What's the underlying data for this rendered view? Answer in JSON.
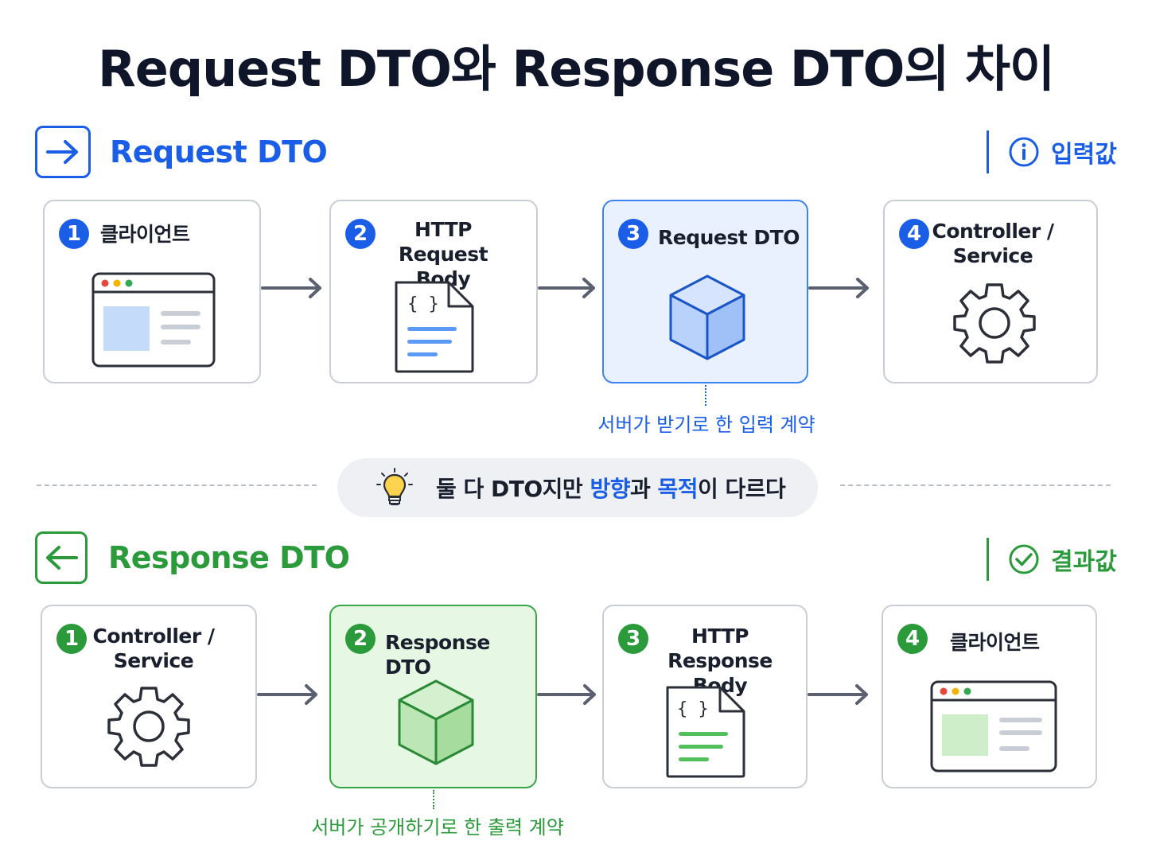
{
  "title": "Request DTO와 Response DTO의 차이",
  "request": {
    "label": "Request DTO",
    "icon": "arrow-right-icon",
    "tag": "입력값",
    "tag_icon": "info-icon",
    "color": "#1a5ee8",
    "steps": [
      {
        "num": "1",
        "title": "클라이언트",
        "icon": "browser-window-icon"
      },
      {
        "num": "2",
        "title_line1": "HTTP",
        "title_line2": "Request Body",
        "icon": "json-document-icon"
      },
      {
        "num": "3",
        "title": "Request DTO",
        "icon": "cube-icon"
      },
      {
        "num": "4",
        "title_line1": "Controller /",
        "title_line2": "Service",
        "icon": "gear-icon"
      }
    ],
    "note": "서버가 받기로 한 입력 계약"
  },
  "middle": {
    "icon": "lightbulb-icon",
    "text_before": "둘 다 DTO지만 ",
    "em1": "방향",
    "text_mid": "과 ",
    "em2": "목적",
    "text_after": "이 다르다"
  },
  "response": {
    "label": "Response DTO",
    "icon": "arrow-left-icon",
    "tag": "결과값",
    "tag_icon": "check-circle-icon",
    "color": "#2a9a3a",
    "steps": [
      {
        "num": "1",
        "title_line1": "Controller /",
        "title_line2": "Service",
        "icon": "gear-icon"
      },
      {
        "num": "2",
        "title": "Response DTO",
        "icon": "cube-icon"
      },
      {
        "num": "3",
        "title_line1": "HTTP",
        "title_line2": "Response Body",
        "icon": "json-document-icon"
      },
      {
        "num": "4",
        "title": "클라이언트",
        "icon": "browser-window-icon"
      }
    ],
    "note": "서버가 공개하기로 한 출력 계약"
  }
}
